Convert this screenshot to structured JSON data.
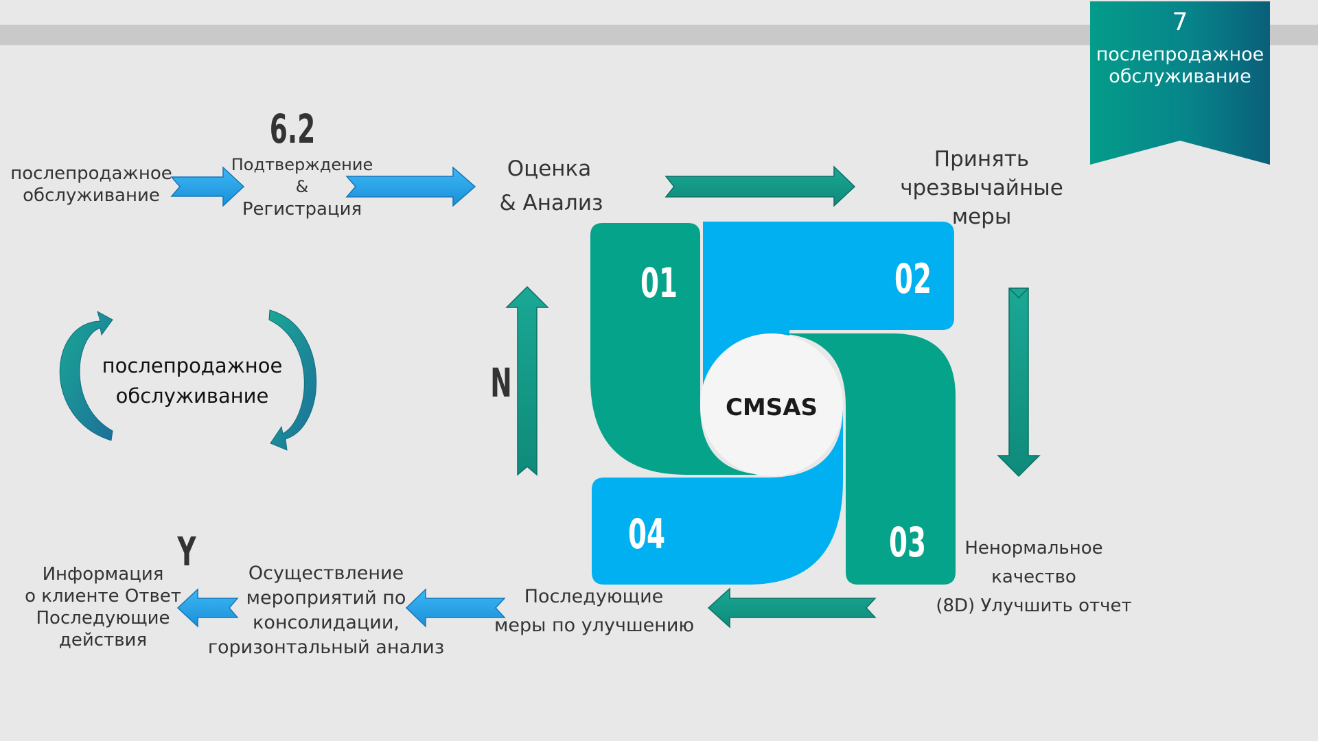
{
  "banner": {
    "number": "7",
    "line1": "послепродажное",
    "line2": "обслуживание"
  },
  "flow": {
    "start_line1": "послепродажное",
    "start_line2": "обслуживание",
    "step_number": "6.2",
    "confirm_line1": "Подтверждение",
    "confirm_line2": "&",
    "confirm_line3": "Регистрация",
    "assess_line1": "Оценка",
    "assess_line2": "& Анализ",
    "emergency_line1": "Принять",
    "emergency_line2": "чрезвычайные",
    "emergency_line3": "меры",
    "abnormal_line1": "Ненормальное",
    "abnormal_line2": "качество",
    "abnormal_line3": "(8D) Улучшить отчет",
    "followup_line1": "Последующие",
    "followup_line2": "меры по улучшению",
    "implement_line1": "Осуществление",
    "implement_line2": "мероприятий по",
    "implement_line3": "консолидации,",
    "implement_line4": "горизонтальный анализ",
    "info_line1": "Информация",
    "info_line2": "о клиенте Ответ",
    "info_line3": "Последующие",
    "info_line4": "действия",
    "decision_no": "N",
    "decision_yes": "Y"
  },
  "cycle": {
    "label_line1": "послепродажное",
    "label_line2": "обслуживание"
  },
  "center": {
    "label": "CMSAS",
    "q1": "01",
    "q2": "02",
    "q3": "03",
    "q4": "04"
  },
  "colors": {
    "teal": "#05a38a",
    "blue": "#00b0f0",
    "arrow_teal": "#139e8c",
    "arrow_blue": "#2ba5ec",
    "banner_start": "#049c8a",
    "banner_end": "#0a5f79",
    "top_bar": "#c9c9c9"
  }
}
